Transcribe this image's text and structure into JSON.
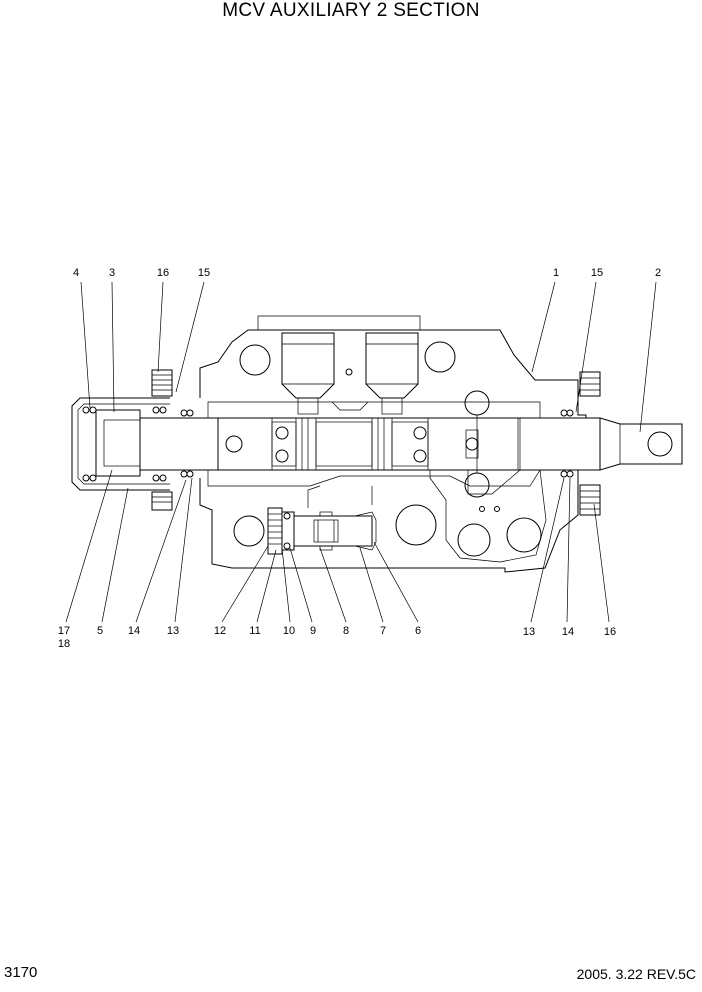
{
  "title": "MCV AUXILIARY 2 SECTION",
  "page_number": "3170",
  "revision": "2005. 3.22  REV.5C",
  "callouts_top": [
    "4",
    "3",
    "16",
    "15",
    "1",
    "15",
    "2"
  ],
  "callouts_bottom": [
    "17",
    "18",
    "5",
    "14",
    "13",
    "12",
    "11",
    "10",
    "9",
    "8",
    "7",
    "6",
    "13",
    "14",
    "16"
  ]
}
